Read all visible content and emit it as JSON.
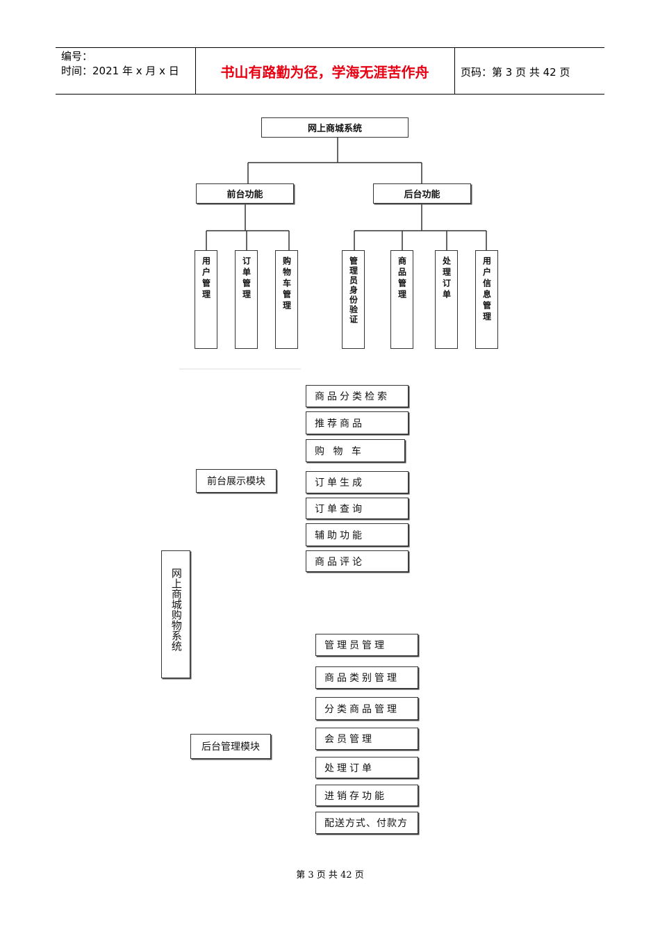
{
  "header": {
    "number_label": "编号：",
    "time_label": "时间：2021 年 x 月 x 日",
    "motto": "书山有路勤为径，学海无涯苦作舟",
    "page_info": "页码：第 3 页  共 42 页"
  },
  "tree": {
    "root": "网上商城系统",
    "front": "前台功能",
    "back": "后台功能",
    "front_children": [
      "用户管理",
      "订单管理",
      "购物车管理"
    ],
    "back_children": [
      "管理员身份验证",
      "商品管理",
      "处理订单",
      "用户信息管理"
    ]
  },
  "modules": {
    "system": "网上商城购物系统",
    "front_module": "前台展示模块",
    "back_module": "后台管理模块",
    "front_items": [
      "商品分类检索",
      "推荐商品",
      "购 物 车",
      "订单生成",
      "订单查询",
      "辅助功能",
      "商品评论"
    ],
    "back_items": [
      "管理员管理",
      "商品类别管理",
      "分类商品管理",
      "会员管理",
      "处理订单",
      "进销存功能",
      "配送方式、付款方"
    ]
  },
  "footer": "第 3 页 共 42 页"
}
